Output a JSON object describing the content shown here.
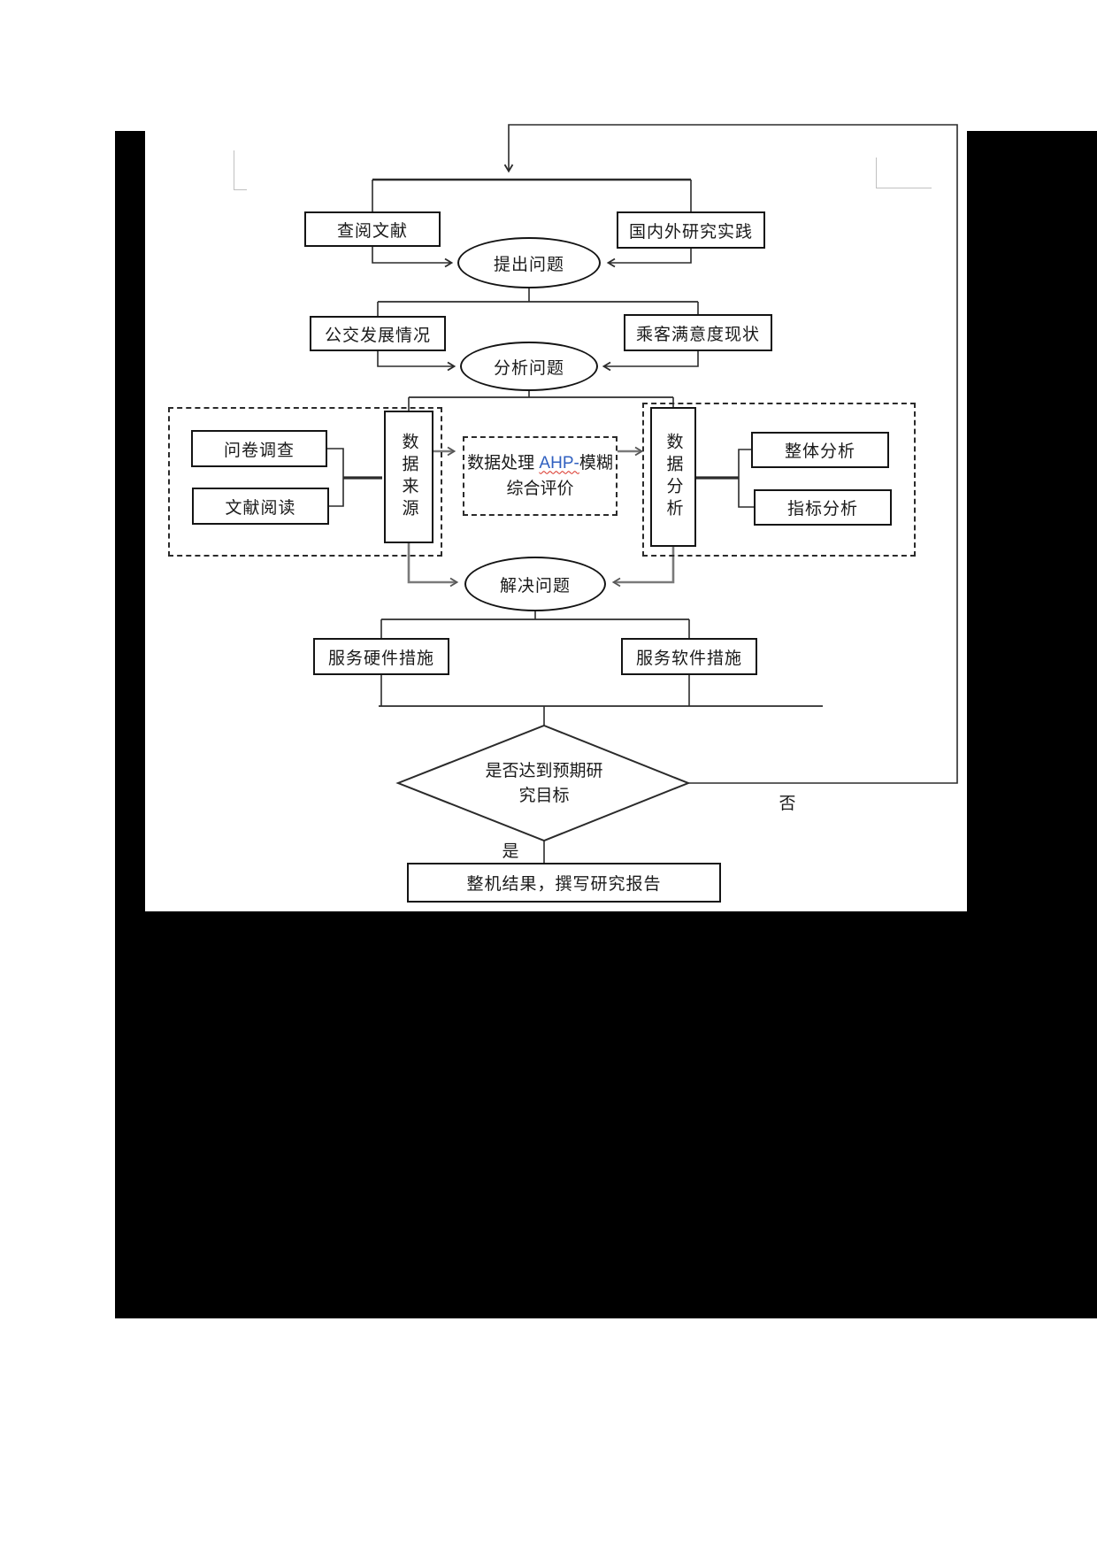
{
  "flowchart": {
    "nodes": {
      "review_literature": "查阅文献",
      "domestic_foreign_practice": "国内外研究实践",
      "raise_question": "提出问题",
      "bus_development": "公交发展情况",
      "passenger_satisfaction": "乘客满意度现状",
      "analyze_question": "分析问题",
      "questionnaire_survey": "问卷调查",
      "literature_reading": "文献阅读",
      "data_source": "数据来源",
      "data_processing_pre": "数据处理 ",
      "data_processing_term": "AHP-",
      "data_processing_post": "模糊",
      "data_processing_line2": "综合评价",
      "data_analysis": "数据分析",
      "overall_analysis": "整体分析",
      "indicator_analysis": "指标分析",
      "solve_question": "解决问题",
      "service_hardware": "服务硬件措施",
      "service_software": "服务软件措施",
      "decision_line1": "是否达到预期研",
      "decision_line2": "究目标",
      "final_report": "整机结果，撰写研究报告"
    },
    "labels": {
      "yes": "是",
      "no": "否"
    },
    "colors": {
      "term_blue": "#3060c0",
      "spellcheck_red": "#d93025",
      "line_dark": "#2b2b2b",
      "line_gray": "#7a7a7a"
    }
  }
}
